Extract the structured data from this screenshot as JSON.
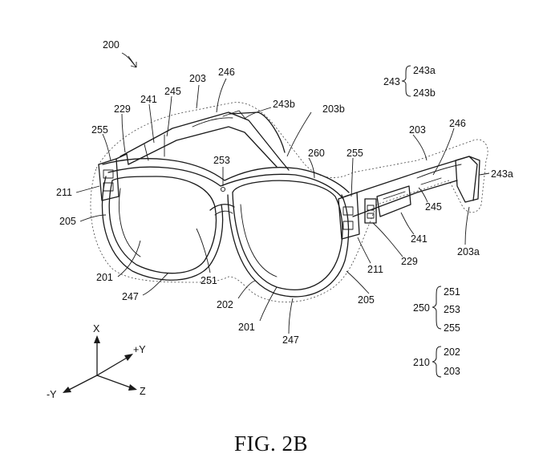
{
  "figure": {
    "caption": "FIG. 2B",
    "device_ref": "200",
    "labels": {
      "l203_top": "203",
      "l246_top": "246",
      "l243b_top": "243b",
      "l203b": "203b",
      "l241_left": "241",
      "l245_left": "245",
      "l229_left": "229",
      "l255_left": "255",
      "l211_left": "211",
      "l205_left": "205",
      "l201_left": "201",
      "l247_left": "247",
      "l251": "251",
      "l253": "253",
      "l260": "260",
      "l255_right": "255",
      "l203_right": "203",
      "l246_right": "246",
      "l243a_right": "243a",
      "l245_right": "245",
      "l241_right": "241",
      "l203a": "203a",
      "l229_right": "229",
      "l211_right": "211",
      "l205_right": "205",
      "l202": "202",
      "l201_right": "201",
      "l247_right": "247"
    },
    "groups": [
      {
        "ref": "243",
        "members": [
          "243a",
          "243b"
        ]
      },
      {
        "ref": "250",
        "members": [
          "251",
          "253",
          "255"
        ]
      },
      {
        "ref": "210",
        "members": [
          "202",
          "203"
        ]
      }
    ],
    "axes": {
      "x": "X",
      "plus_y": "+Y",
      "minus_y": "-Y",
      "z": "Z"
    }
  }
}
